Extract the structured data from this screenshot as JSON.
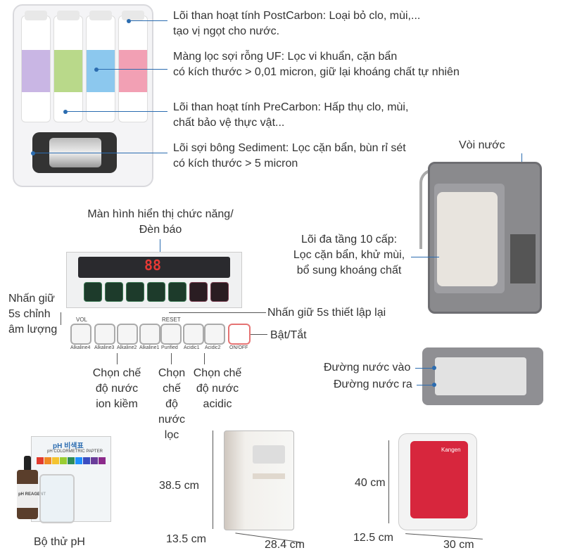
{
  "filter_labels": [
    {
      "line1": "Lõi than hoạt tính PostCarbon: Loại bỏ clo, mùi,...",
      "line2": "tạo vị ngọt cho nước."
    },
    {
      "line1": "Màng lọc sợi rỗng UF: Lọc vi khuẩn, cặn bẩn",
      "line2": "có kích thước > 0,01 micron, giữ lại khoáng chất tự nhiên"
    },
    {
      "line1": "Lõi than hoạt tính PreCarbon: Hấp thụ clo, mùi,",
      "line2": "chất bảo vệ thực vật..."
    },
    {
      "line1": "Lõi sợi bông Sediment: Lọc cặn bẩn, bùn rỉ sét",
      "line2": "có kích thước > 5 micron"
    }
  ],
  "faucet_label": "Vòi nước",
  "multistage": {
    "line1": "Lõi đa tầng 10 cấp:",
    "line2": "Lọc cặn bẩn, khử mùi,",
    "line3": "bổ sung khoáng chất"
  },
  "display": {
    "line1": "Màn hình hiển thị chức năng/",
    "line2": "Đèn báo"
  },
  "panel_digits": "88",
  "panel_small": {
    "vol": "VOL",
    "reset": "RESET",
    "onoff": "ON/OFF"
  },
  "buttons": [
    "Alkaline4",
    "Alkaline3",
    "Alkaline2",
    "Alkaline1",
    "Purified",
    "Acidic1",
    "Acidic2"
  ],
  "volume": {
    "line1": "Nhấn giữ",
    "line2": "5s chỉnh",
    "line3": "âm lượng"
  },
  "reset_label": "Nhấn giữ 5s thiết lập lại",
  "power_label": "Bật/Tắt",
  "mode_alkaline": {
    "line1": "Chọn chế",
    "line2": "độ nước",
    "line3": "ion kiềm"
  },
  "mode_purified": {
    "line1": "Chọn",
    "line2": "chế",
    "line3": "độ",
    "line4": "nước",
    "line5": "lọc"
  },
  "mode_acidic": {
    "line1": "Chọn chế",
    "line2": "độ nước",
    "line3": "acidic"
  },
  "water_in": "Đường nước vào",
  "water_out": "Đường nước ra",
  "ph_kit": "Bộ thử pH",
  "ph_card": {
    "title": "pH 비색표",
    "subtitle": "pH COLORMETRIC PAPTER",
    "reagent": "pH REAGENT"
  },
  "dims_left": {
    "height": "38.5 cm",
    "depth": "13.5 cm",
    "width": "28.4 cm"
  },
  "dims_right": {
    "height": "40 cm",
    "depth": "12.5 cm",
    "width": "30 cm"
  },
  "brand": "Kangen",
  "colors": {
    "accent_line": "#2b6cb0",
    "red_unit": "#d7263d",
    "display_red": "#e53935"
  },
  "swatches": [
    "#e23b2e",
    "#f08a24",
    "#f4c430",
    "#9acd32",
    "#2e8b57",
    "#1e90ff",
    "#3b4cc0",
    "#6a3d9a",
    "#8b2a8b"
  ]
}
